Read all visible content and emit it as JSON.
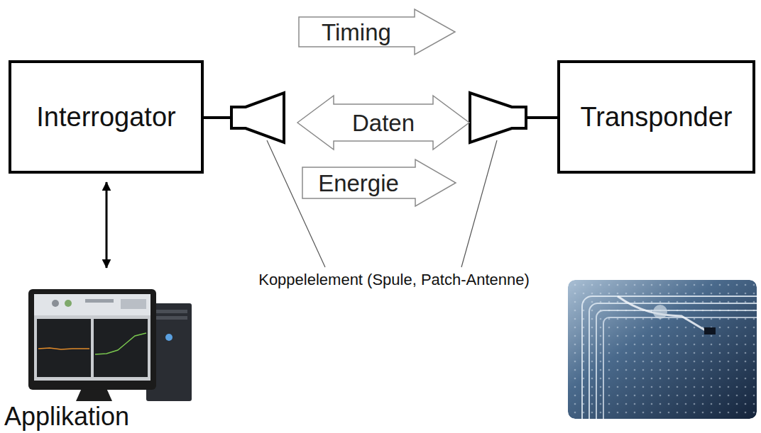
{
  "diagram": {
    "nodes": [
      {
        "text": [
          "Interrogator"
        ]
      },
      {
        "text": [
          "Timing"
        ]
      },
      {
        "text": [
          "Daten"
        ]
      },
      {
        "text": [
          "Energie"
        ]
      },
      {
        "text": [
          "Transponder"
        ]
      },
      {
        "text": [
          "Applikation"
        ]
      }
    ],
    "edges": [
      {
        "from": 0,
        "to": 5,
        "arrow": "both"
      }
    ],
    "labels": [
      "Koppelelement (Spule, Patch-Antenne)"
    ]
  }
}
